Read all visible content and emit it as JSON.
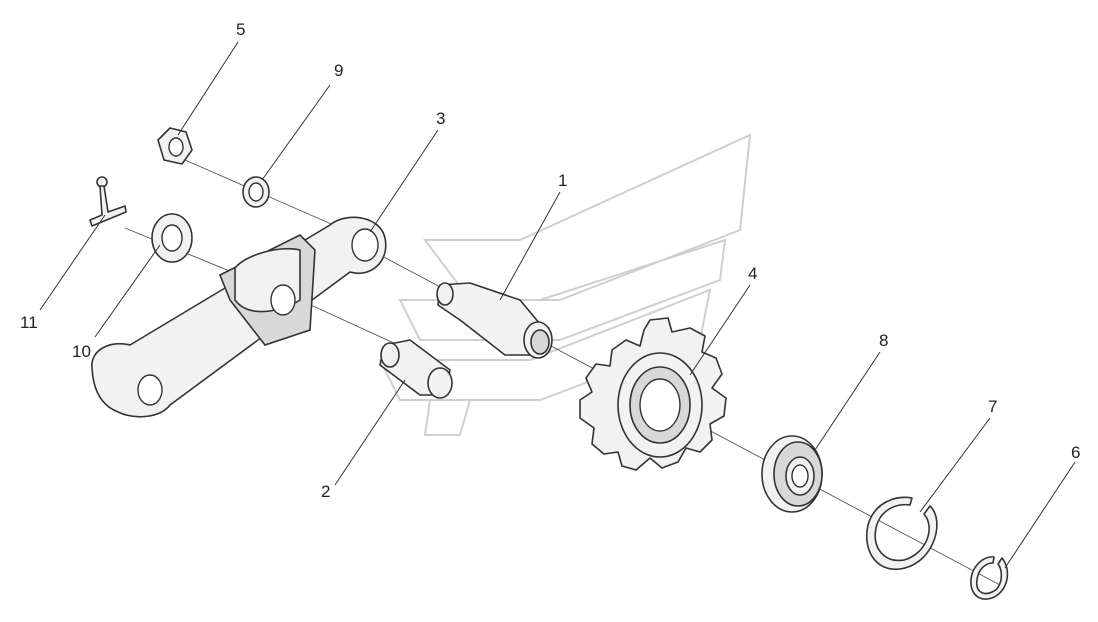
{
  "diagram": {
    "type": "exploded-assembly",
    "callouts": {
      "p1": "1",
      "p2": "2",
      "p3": "3",
      "p4": "4",
      "p5": "5",
      "p6": "6",
      "p7": "7",
      "p8": "8",
      "p9": "9",
      "p10": "10",
      "p11": "11"
    }
  }
}
